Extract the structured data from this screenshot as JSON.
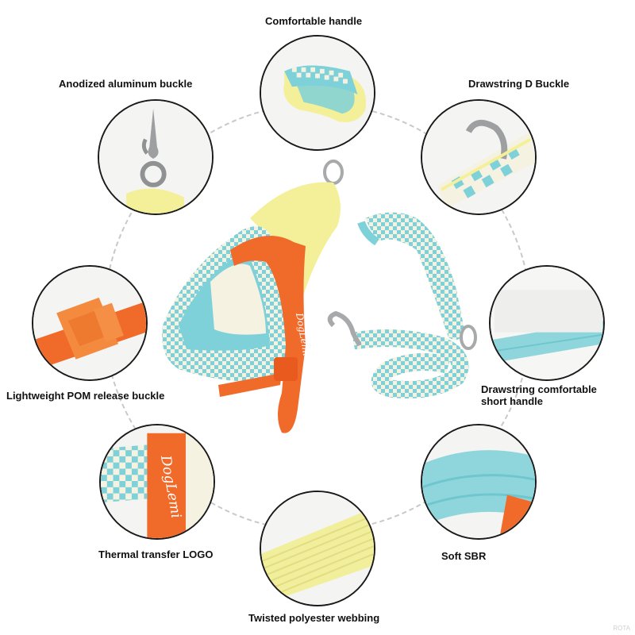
{
  "labels": {
    "top": "Comfortable handle",
    "top_left": "Anodized aluminum buckle",
    "top_right": "Drawstring D Buckle",
    "mid_left": "Lightweight POM release buckle",
    "mid_right_line1": "Drawstring comfortable",
    "mid_right_line2": "short handle",
    "bottom_left": "Thermal transfer LOGO",
    "bottom_right": "Soft SBR",
    "bottom": "Twisted polyester webbing"
  },
  "brand": "DogLemi",
  "watermark": "ROTA",
  "colors": {
    "teal": "#7ed1d8",
    "yellow": "#f4f09a",
    "cream": "#f5f2e2",
    "orange": "#f06a2a",
    "metal": "#a7a9ab",
    "outline": "#1a1a1a"
  }
}
